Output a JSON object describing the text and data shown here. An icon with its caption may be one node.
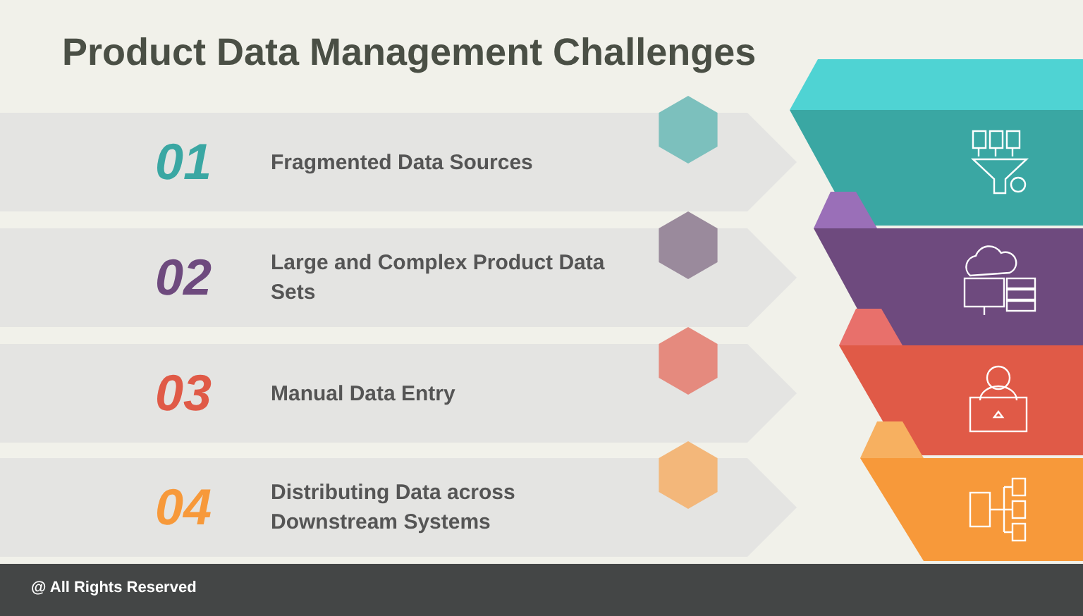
{
  "diagram": {
    "title": "Product Data Management Challenges",
    "nodes": [
      {
        "text": [
          "01",
          "Fragmented Data Sources"
        ]
      },
      {
        "text": [
          "02",
          "Large and Complex Product Data Sets"
        ]
      },
      {
        "text": [
          "03",
          "Manual Data Entry"
        ]
      },
      {
        "text": [
          "04",
          "Distributing Data across Downstream Systems"
        ]
      }
    ],
    "edges": [],
    "labels": [
      "@ All Rights Reserved"
    ]
  }
}
